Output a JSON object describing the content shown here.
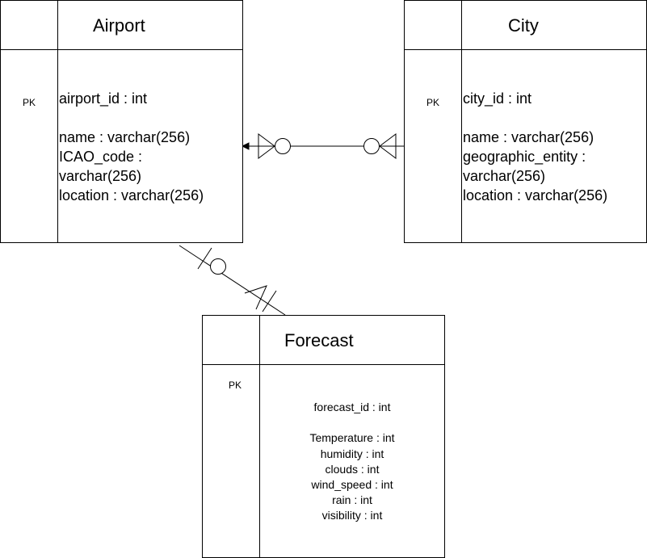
{
  "entities": {
    "airport": {
      "title": "Airport",
      "pk_label": "PK",
      "fields": "airport_id : int\n\nname : varchar(256)\nICAO_code :\nvarchar(256)\nlocation : varchar(256)"
    },
    "city": {
      "title": "City",
      "pk_label": "PK",
      "fields": "city_id : int\n\nname : varchar(256)\ngeographic_entity :\nvarchar(256)\nlocation : varchar(256)"
    },
    "forecast": {
      "title": "Forecast",
      "pk_label": "PK",
      "fields": "forecast_id : int\n\nTemperature : int\nhumidity : int\nclouds : int\nwind_speed : int\nrain : int\nvisibility : int"
    }
  },
  "relationships": [
    {
      "from": "City",
      "to": "Airport",
      "from_end": "zero-or-many",
      "to_end": "zero-or-many"
    },
    {
      "from": "Airport",
      "to": "Forecast",
      "from_end": "one-or-zero",
      "to_end": "many-mandatory"
    }
  ]
}
